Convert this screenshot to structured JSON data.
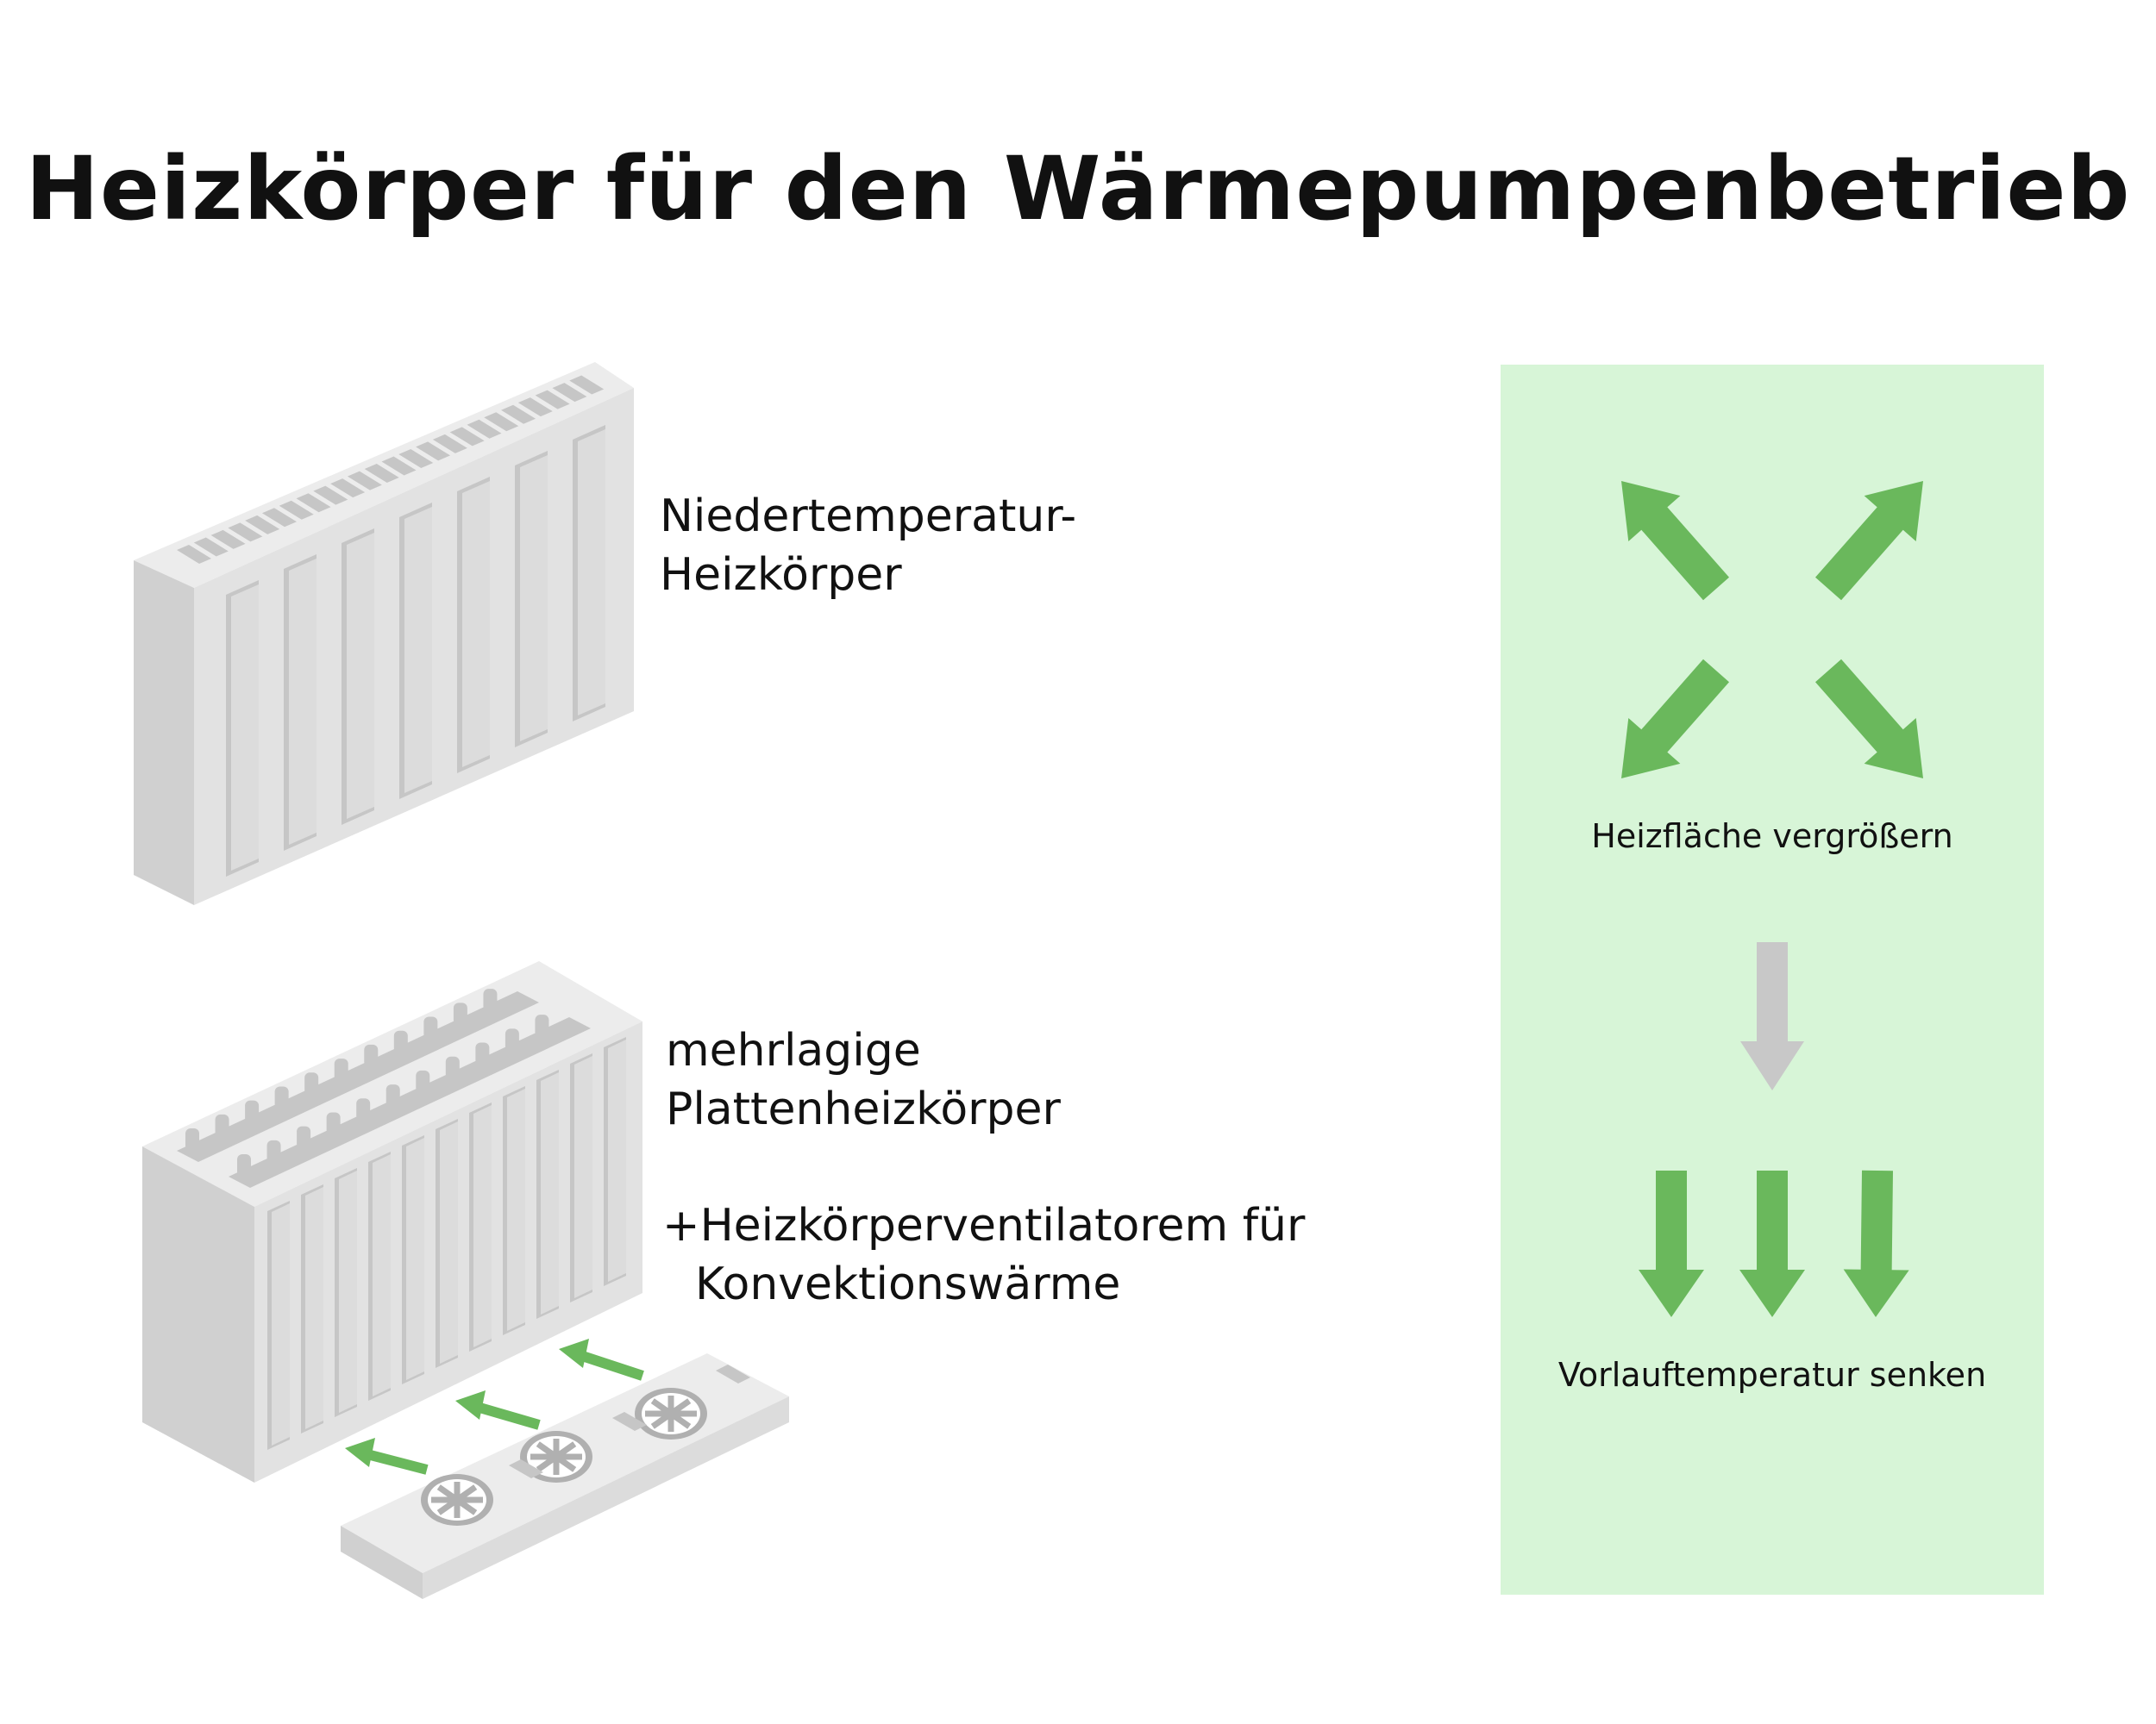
{
  "title": "Heizkörper für den Wärmepumpenbetrieb",
  "left": {
    "radiator1_label": [
      "Niedertemperatur-",
      "Heizkörper"
    ],
    "radiator2_label": [
      "mehrlagige",
      "Plattenheizkörper"
    ],
    "radiator2_addon": [
      "+Heizkörperventilatorem für",
      "Konvektionswärme"
    ]
  },
  "right_panel": {
    "step1": "Heizfläche vergrößern",
    "step2": "Vorlauftemperatur senken"
  },
  "colors": {
    "panel_bg": "#d7f5d7",
    "green_arrow": "#6ab85c",
    "gray_arrow": "#c8c8c8",
    "radiator_light": "#ececec",
    "radiator_mid": "#dcdcdc",
    "radiator_dark": "#c6c6c6"
  },
  "icons": [
    "radiator-icon",
    "panel-radiator-icon",
    "fan-icon",
    "arrow-icon"
  ]
}
